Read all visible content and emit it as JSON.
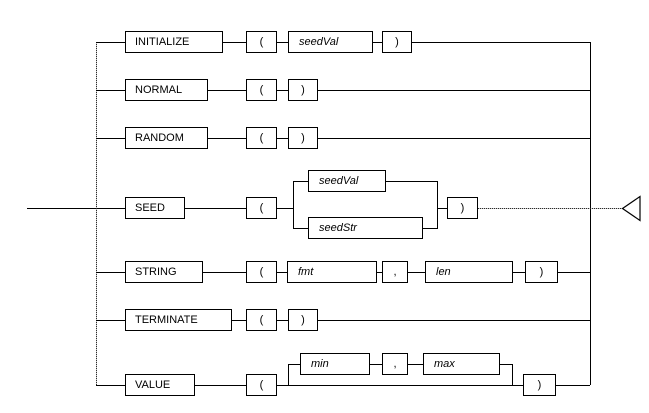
{
  "diagram": {
    "title": "random-number builtin functions syntax diagram",
    "end_marker_icon": "left-triangle-icon",
    "rows": [
      {
        "keyword": "INITIALIZE",
        "open": "(",
        "param1": "seedVal",
        "close": ")"
      },
      {
        "keyword": "NORMAL",
        "open": "(",
        "close": ")"
      },
      {
        "keyword": "RANDOM",
        "open": "(",
        "close": ")"
      },
      {
        "keyword": "SEED",
        "open": "(",
        "alt1": "seedVal",
        "alt2": "seedStr",
        "close": ")"
      },
      {
        "keyword": "STRING",
        "open": "(",
        "param1": "fmt",
        "comma": ",",
        "param2": "len",
        "close": ")"
      },
      {
        "keyword": "TERMINATE",
        "open": "(",
        "close": ")"
      },
      {
        "keyword": "VALUE",
        "open": "(",
        "param1": "min",
        "comma": ",",
        "param2": "max",
        "close": ")"
      }
    ]
  }
}
